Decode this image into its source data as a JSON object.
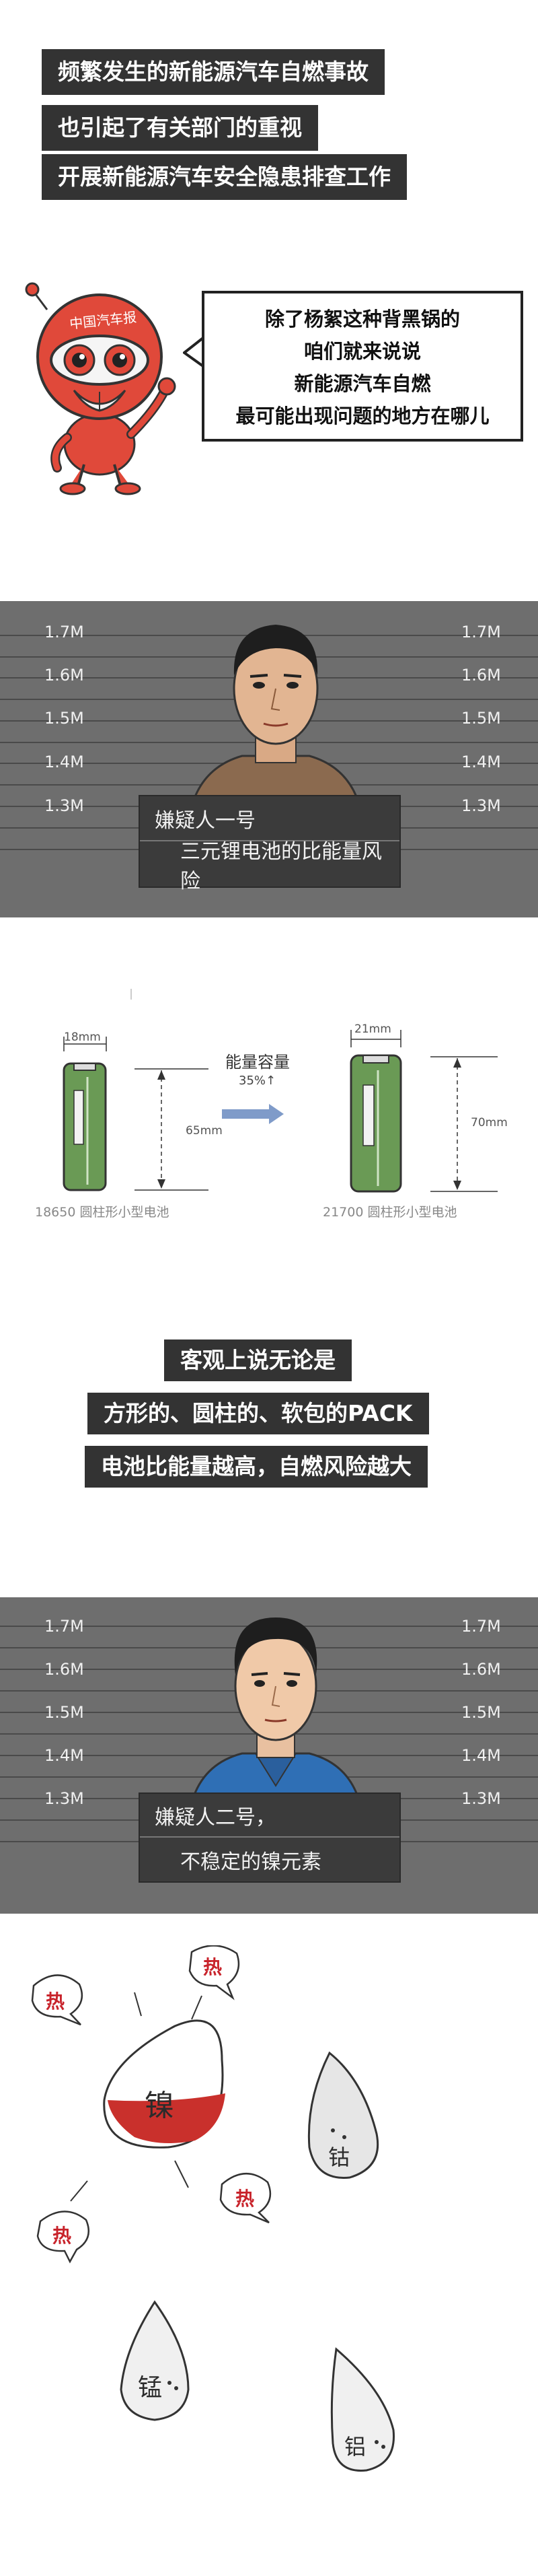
{
  "intro": {
    "lines": [
      "频繁发生的新能源汽车自燃事故",
      "也引起了有关部门的重视",
      "开展新能源汽车安全隐患排查工作"
    ]
  },
  "mascot": {
    "logo_text": "中国汽车报"
  },
  "speech": {
    "lines": [
      "除了杨絮这种背黑锅的",
      "咱们就来说说",
      "新能源汽车自燃",
      "最可能出现问题的地方在哪儿"
    ]
  },
  "height_labels": [
    "1.7M",
    "1.6M",
    "1.5M",
    "1.4M",
    "1.3M"
  ],
  "suspect1": {
    "name": "嫌疑人一号",
    "charge": "三元锂电池的比能量风险"
  },
  "battery": {
    "left_width": "18mm",
    "left_height": "65mm",
    "left_caption": "18650 圆柱形小型电池",
    "right_width": "21mm",
    "right_height": "70mm",
    "right_caption": "21700 圆柱形小型电池",
    "energy_title": "能量容量",
    "energy_change": "35%↑",
    "energy_change_value": 35
  },
  "middle": {
    "lines": [
      "客观上说无论是",
      "方形的、圆柱的、软包的PACK",
      "电池比能量越高，自燃风险越大"
    ]
  },
  "suspect2": {
    "name": "嫌疑人二号，",
    "charge": "不稳定的镍元素"
  },
  "elements": {
    "fire_words": [
      "热",
      "热",
      "热",
      "热"
    ],
    "nickel": "镍",
    "cobalt": "钴",
    "manganese": "锰",
    "aluminum": "铝"
  },
  "colors": {
    "caption_bg": "#333333",
    "wall": "#6e6e6e",
    "battery_green": "#6a9a55",
    "fire_red": "#c8232b",
    "nickel_red": "#c9302c",
    "arrow_blue": "#7f9bc9"
  }
}
